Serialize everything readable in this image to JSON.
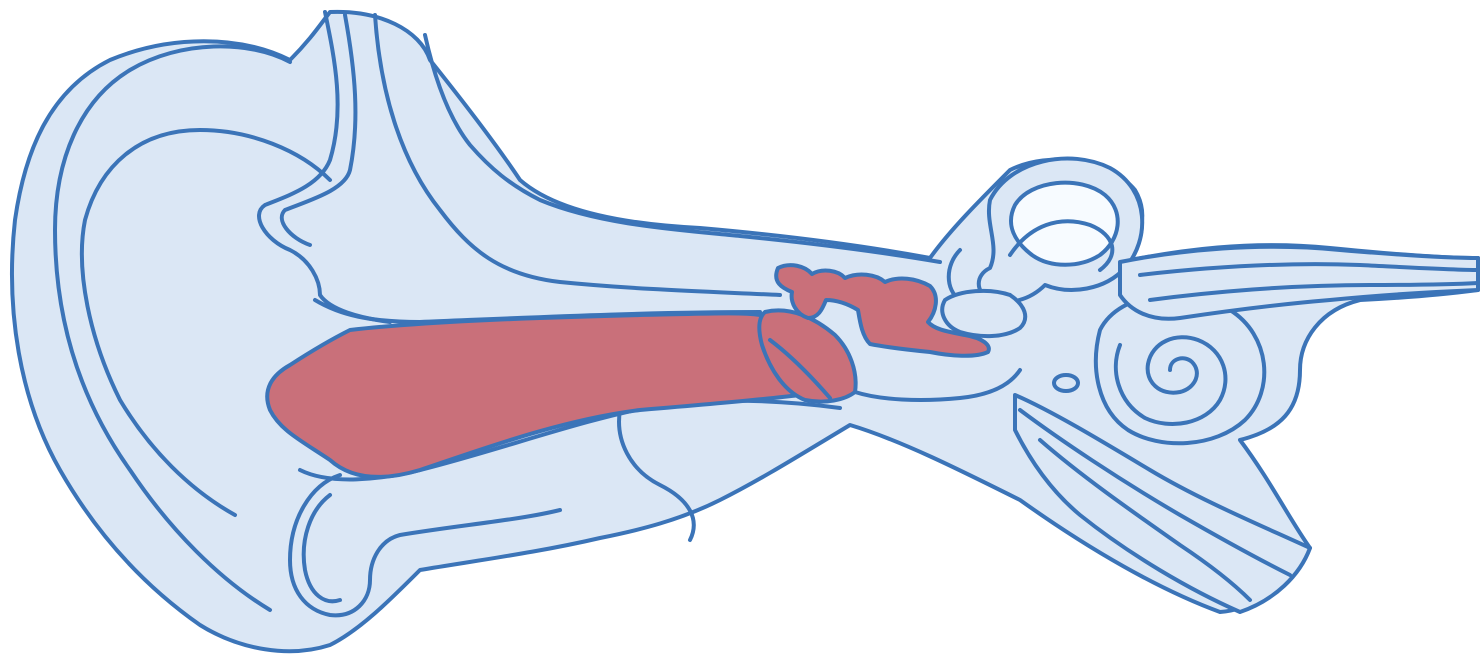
{
  "colors": {
    "background": "#ffffff",
    "tissue": "#dbe7f5",
    "outline": "#3b74b8",
    "highlight": "#c9707a",
    "cavity": "#f7fbff"
  },
  "highlighted_structures": [
    "ear-canal",
    "eardrum",
    "ossicles"
  ]
}
